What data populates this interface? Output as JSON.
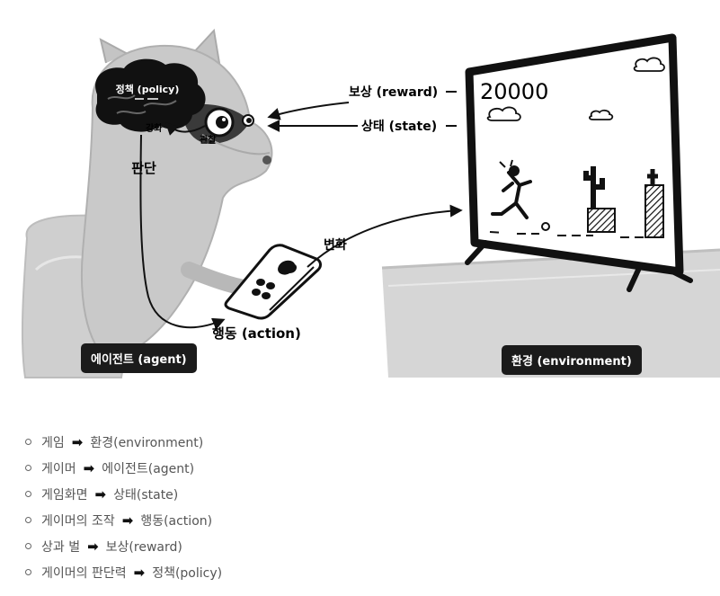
{
  "diagram": {
    "labels": {
      "policy": "정책 (policy)",
      "reinforce": "강화",
      "observe": "관찰",
      "judge": "판단",
      "reward": "보상 (reward)",
      "state": "상태 (state)",
      "change": "변화",
      "action": "행동 (action)",
      "agent": "에이전트 (agent)",
      "environment": "환경 (environment)"
    },
    "screen": {
      "score": "20000"
    },
    "icons": [
      "brain-icon",
      "eye-icon",
      "game-controller-icon",
      "tv-icon",
      "cloud-icon",
      "runner-icon",
      "cactus-icon"
    ]
  },
  "mappings": [
    {
      "left": "게임",
      "right": "환경(environment)"
    },
    {
      "left": "게이머",
      "right": "에이전트(agent)"
    },
    {
      "left": "게임화면",
      "right": "상태(state)"
    },
    {
      "left": "게이머의 조작",
      "right": "행동(action)"
    },
    {
      "left": "상과 벌",
      "right": "보상(reward)"
    },
    {
      "left": "게이머의 판단력",
      "right": "정책(policy)"
    }
  ],
  "arrow_glyph": "➡"
}
